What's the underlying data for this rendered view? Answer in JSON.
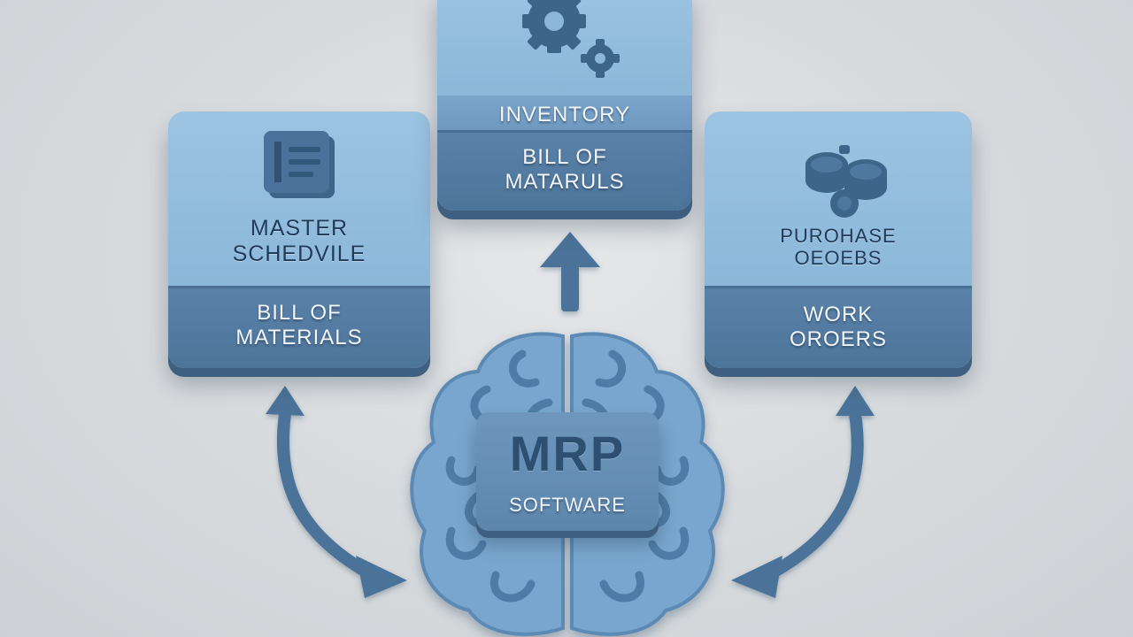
{
  "left_card": {
    "top_label_line1": "MASTER",
    "top_label_line2": "SCHEDVILE",
    "bottom_label_line1": "BILL OF",
    "bottom_label_line2": "MATERIALS",
    "icon": "document-icon"
  },
  "top_card": {
    "band_label": "INVENTORY",
    "bottom_label_line1": "BILL OF",
    "bottom_label_line2": "MATARULS",
    "icon": "gears-icon"
  },
  "right_card": {
    "top_label_line1": "PUROHASE",
    "top_label_line2": "OEOEBS",
    "bottom_label_line1": "WORK",
    "bottom_label_line2": "OROERS",
    "icon": "coins-icon"
  },
  "center": {
    "title": "MRP",
    "subtitle": "SOFTWARE",
    "icon": "brain-icon"
  },
  "colors": {
    "background": "#d6d9dc",
    "card_light": "#8cb7d8",
    "card_dark": "#4d7499",
    "icon_dark": "#3d6489",
    "brain": "#6c9ac4"
  }
}
